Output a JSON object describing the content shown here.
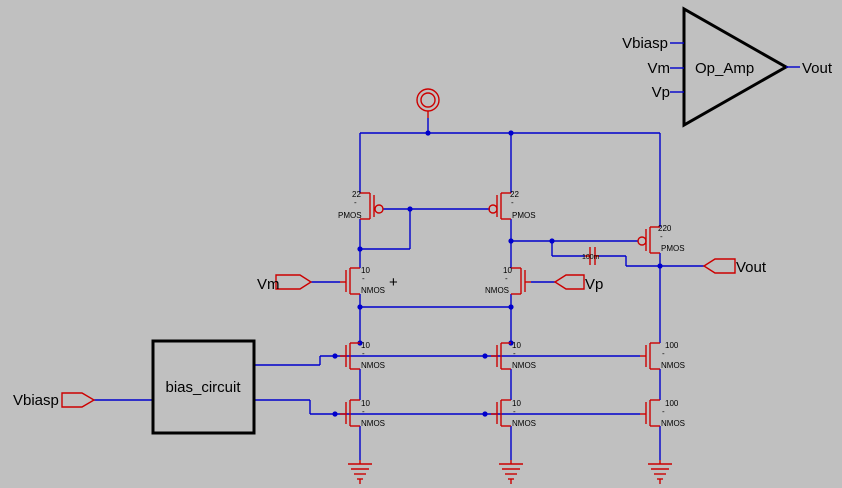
{
  "symbol": {
    "block_name": "Op_Amp",
    "pins": {
      "in1": "Vbiasp",
      "in2": "Vm",
      "in3": "Vp",
      "out": "Vout"
    }
  },
  "ports": {
    "vm": "Vm",
    "vp": "Vp",
    "vout": "Vout",
    "vbiasp": "Vbiasp"
  },
  "bias_block": {
    "label": "bias_circuit"
  },
  "marker": {
    "plus": "+"
  },
  "capacitor": {
    "value": "100m"
  },
  "transistors": {
    "pmos_left": {
      "size": "22",
      "type": "PMOS"
    },
    "pmos_right": {
      "size": "22",
      "type": "PMOS"
    },
    "pmos_out": {
      "size": "220",
      "type": "PMOS"
    },
    "nmos_in_left": {
      "size": "10",
      "type": "NMOS"
    },
    "nmos_in_right": {
      "size": "10",
      "type": "NMOS"
    },
    "nmos_m1_left": {
      "size": "10",
      "type": "NMOS"
    },
    "nmos_m1_mid": {
      "size": "10",
      "type": "NMOS"
    },
    "nmos_m1_right": {
      "size": "100",
      "type": "NMOS"
    },
    "nmos_m2_left": {
      "size": "10",
      "type": "NMOS"
    },
    "nmos_m2_mid": {
      "size": "10",
      "type": "NMOS"
    },
    "nmos_m2_right": {
      "size": "100",
      "type": "NMOS"
    }
  },
  "colors": {
    "background": "#c0c0c0",
    "wire": "#0000cc",
    "device": "#cc0000",
    "symbol_outline": "#000000"
  }
}
